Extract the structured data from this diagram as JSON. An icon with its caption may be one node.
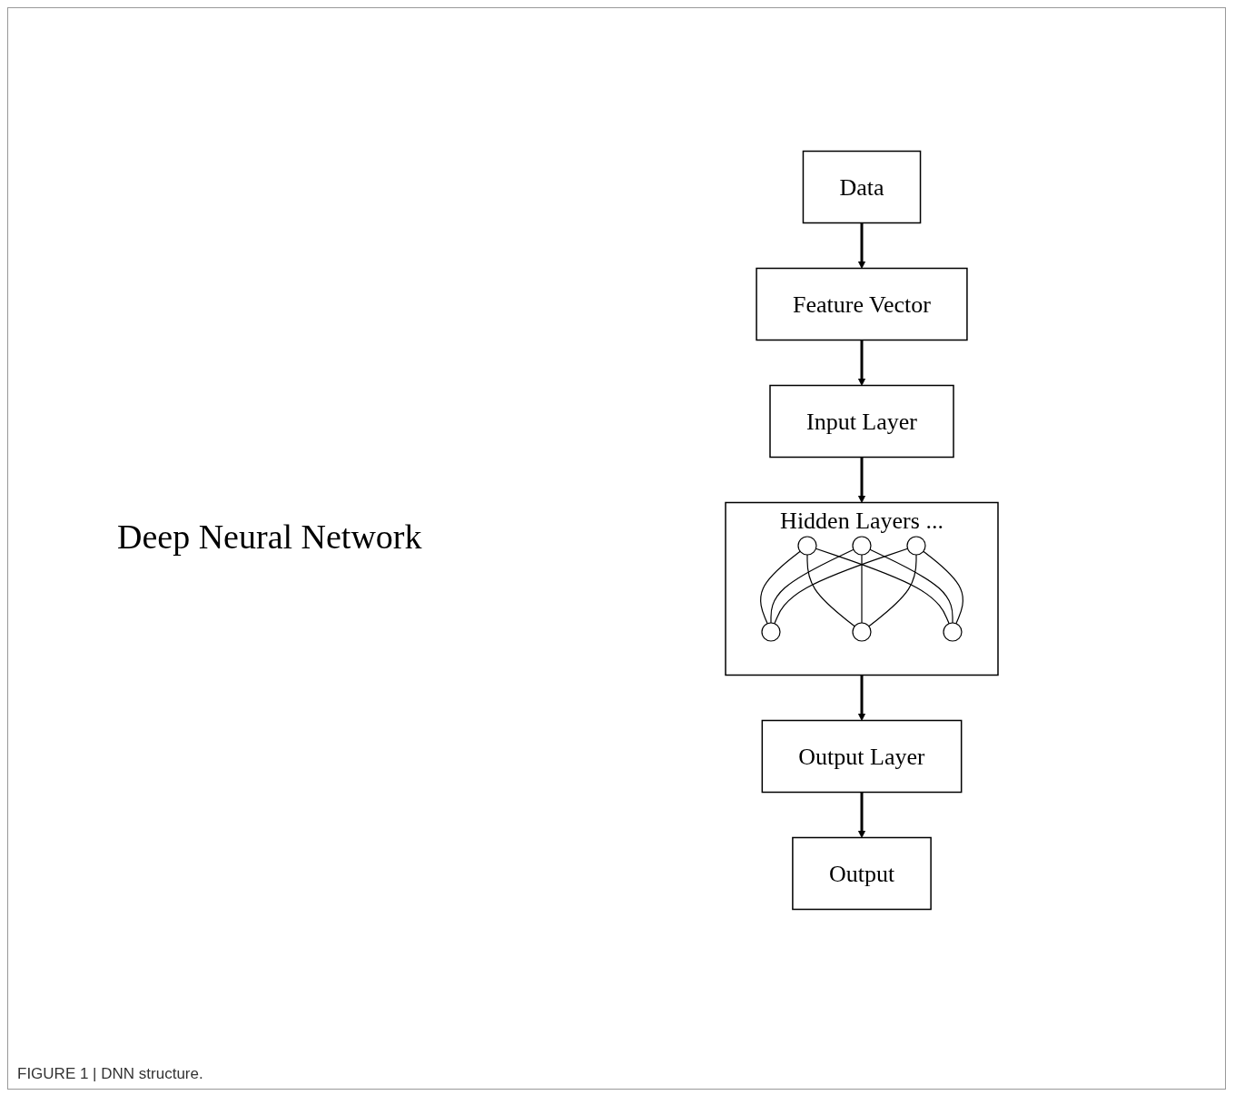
{
  "diagram": {
    "caption": "FIGURE 1 | DNN structure.",
    "nodes": [
      {
        "text": [
          "Data"
        ]
      },
      {
        "text": [
          "Feature Vector"
        ]
      },
      {
        "text": [
          "Input Layer"
        ]
      },
      {
        "text": [
          "Hidden Layers",
          "..."
        ]
      },
      {
        "text": [],
        "shape": "circle",
        "in": 3
      },
      {
        "text": [],
        "shape": "circle",
        "in": 3
      },
      {
        "text": [],
        "shape": "circle",
        "in": 3
      },
      {
        "text": [],
        "shape": "circle",
        "in": 3
      },
      {
        "text": [],
        "shape": "circle",
        "in": 3
      },
      {
        "text": [],
        "shape": "circle",
        "in": 3
      },
      {
        "text": [
          "Output Layer"
        ]
      },
      {
        "text": [
          "Output"
        ]
      }
    ],
    "edges": [
      {
        "from": 0,
        "to": 1,
        "arrow": "to"
      },
      {
        "from": 1,
        "to": 2,
        "arrow": "to"
      },
      {
        "from": 2,
        "to": 3,
        "arrow": "to"
      },
      {
        "from": 3,
        "to": 10,
        "arrow": "to"
      },
      {
        "from": 10,
        "to": 11,
        "arrow": "to"
      },
      {
        "from": 4,
        "to": 7,
        "arrow": "none"
      },
      {
        "from": 4,
        "to": 8,
        "arrow": "none"
      },
      {
        "from": 4,
        "to": 9,
        "arrow": "none"
      },
      {
        "from": 5,
        "to": 7,
        "arrow": "none"
      },
      {
        "from": 5,
        "to": 8,
        "arrow": "none"
      },
      {
        "from": 5,
        "to": 9,
        "arrow": "none"
      },
      {
        "from": 6,
        "to": 7,
        "arrow": "none"
      },
      {
        "from": 6,
        "to": 8,
        "arrow": "none"
      },
      {
        "from": 6,
        "to": 9,
        "arrow": "none"
      }
    ],
    "labels": [
      "Deep Neural Network"
    ]
  }
}
